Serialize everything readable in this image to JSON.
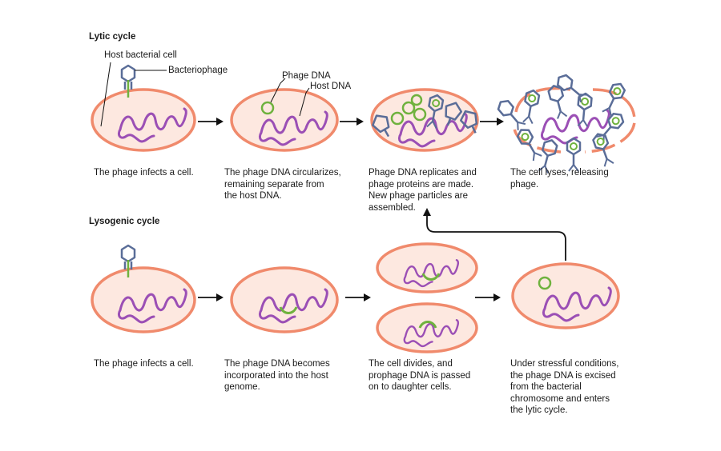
{
  "lytic": {
    "title": "Lytic cycle",
    "labels": {
      "host_cell": "Host bacterial cell",
      "bacteriophage": "Bacteriophage",
      "phage_dna": "Phage DNA",
      "host_dna": "Host DNA"
    },
    "captions": [
      "The phage infects a cell.",
      "The phage DNA circularizes,\nremaining separate from\nthe host DNA.",
      "Phage DNA replicates and\nphage proteins are made.\nNew phage particles are\nassembled.",
      "The cell lyses, releasing\nphage."
    ]
  },
  "lysogenic": {
    "title": "Lysogenic cycle",
    "captions": [
      "The phage infects a cell.",
      "The phage DNA becomes\nincorporated into the host\ngenome.",
      "The cell divides, and\nprophage DNA is passed\non to daughter cells.",
      "Under stressful conditions,\nthe phage DNA is excised\nfrom the bacterial\nchromosome and enters\nthe lytic cycle."
    ]
  },
  "colors": {
    "cell_outline": "#f08a6c",
    "cell_fill": "#fde8e0",
    "host_dna": "#9b4fb5",
    "phage_dna": "#6fb23e",
    "phage_coat": "#5a6d98",
    "arrow": "#111111"
  }
}
